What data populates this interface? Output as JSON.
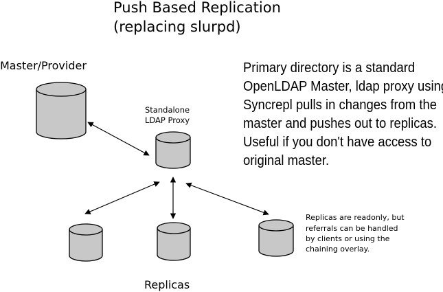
{
  "title": {
    "line1": "Push Based Replication",
    "line2": "(replacing slurpd)"
  },
  "nodes": {
    "master_label": "Master/Provider",
    "proxy_label_line1": "Standalone",
    "proxy_label_line2": "LDAP Proxy",
    "replicas_label": "Replicas"
  },
  "description": {
    "lines": [
      "Primary directory is a standard",
      "OpenLDAP Master, ldap proxy using",
      "Syncrepl pulls in changes from the",
      "master and pushes out to replicas.",
      "Useful if you don't have access to",
      "original master."
    ]
  },
  "note": {
    "lines": [
      "Replicas are readonly, but",
      "referrals can be handled",
      "by clients or using the",
      "chaining overlay."
    ]
  },
  "colors": {
    "cylinder_fill": "#c8c8c8",
    "stroke": "#000000",
    "text": "#000000",
    "background": "#ffffff"
  }
}
